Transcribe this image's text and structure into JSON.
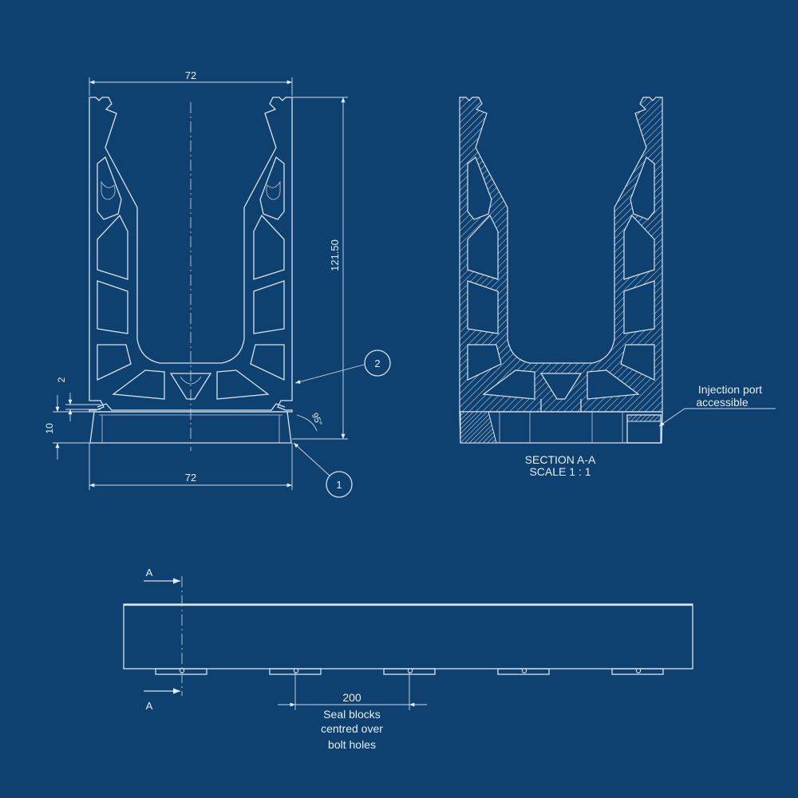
{
  "colors": {
    "background": "#0e4170",
    "line": "#d7e3ee",
    "text": "#e6eef6"
  },
  "front_view": {
    "dim_top_width": "72",
    "dim_bottom_width": "72",
    "dim_height": "121.50",
    "dim_foot_height": "10",
    "dim_lip": "2",
    "dim_angle": "95°",
    "balloon_1": "1",
    "balloon_2": "2"
  },
  "section_view": {
    "title": "SECTION A-A",
    "scale": "SCALE 1 : 1",
    "note_line1": "Injection port",
    "note_line2": "accessible"
  },
  "side_view": {
    "section_mark_top": "A",
    "section_mark_bottom": "A",
    "dim_spacing": "200",
    "note_line1": "Seal blocks",
    "note_line2": "centred over",
    "note_line3": "bolt holes",
    "block_positions": [
      0,
      1,
      2,
      3,
      4
    ]
  }
}
